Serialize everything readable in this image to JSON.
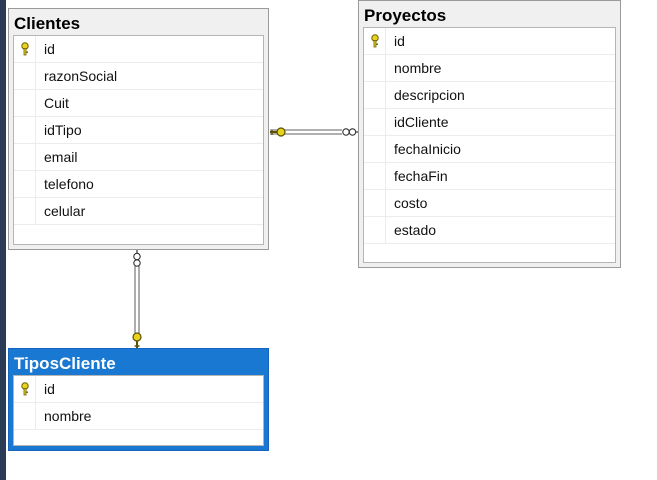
{
  "tables": {
    "clientes": {
      "name": "Clientes",
      "columns": [
        {
          "name": "id",
          "primary_key": true
        },
        {
          "name": "razonSocial",
          "primary_key": false
        },
        {
          "name": "Cuit",
          "primary_key": false
        },
        {
          "name": "idTipo",
          "primary_key": false
        },
        {
          "name": "email",
          "primary_key": false
        },
        {
          "name": "telefono",
          "primary_key": false
        },
        {
          "name": "celular",
          "primary_key": false
        }
      ]
    },
    "proyectos": {
      "name": "Proyectos",
      "columns": [
        {
          "name": "id",
          "primary_key": true
        },
        {
          "name": "nombre",
          "primary_key": false
        },
        {
          "name": "descripcion",
          "primary_key": false
        },
        {
          "name": "idCliente",
          "primary_key": false
        },
        {
          "name": "fechaInicio",
          "primary_key": false
        },
        {
          "name": "fechaFin",
          "primary_key": false
        },
        {
          "name": "costo",
          "primary_key": false
        },
        {
          "name": "estado",
          "primary_key": false
        }
      ]
    },
    "tiposcliente": {
      "name": "TiposCliente",
      "selected": true,
      "columns": [
        {
          "name": "id",
          "primary_key": true
        },
        {
          "name": "nombre",
          "primary_key": false
        }
      ]
    }
  },
  "relationships": [
    {
      "one": "Clientes",
      "many": "Proyectos"
    },
    {
      "one": "TiposCliente",
      "many": "Clientes"
    }
  ],
  "colors": {
    "selected_header": "#1978d2",
    "key_icon": "#e8d21e",
    "connector_line": "#808080"
  }
}
